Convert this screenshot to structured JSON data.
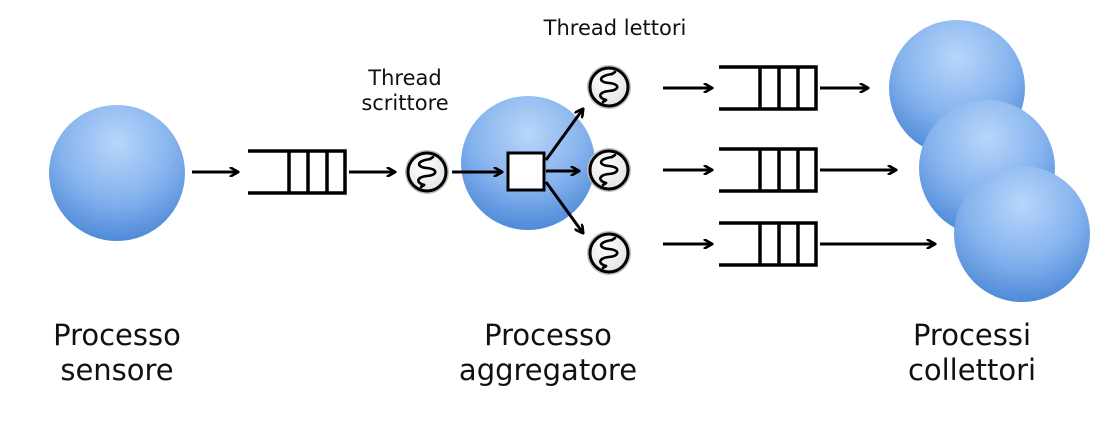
{
  "labels": {
    "thread_lettori": "Thread lettori",
    "thread_scrittore_line1": "Thread",
    "thread_scrittore_line2": "scrittore",
    "processo_sensore_line1": "Processo",
    "processo_sensore_line2": "sensore",
    "processo_aggregatore_line1": "Processo",
    "processo_aggregatore_line2": "aggregatore",
    "processi_collettori_line1": "Processi",
    "processi_collettori_line2": "collettori"
  },
  "colors": {
    "process_fill_light": "#a9ccf7",
    "process_fill_dark": "#4a86d6",
    "stroke": "#000000",
    "thread_icon_ring": "#cfcfcf"
  },
  "icons": {
    "thread": "spring-coil-icon",
    "queue": "queue-buffer-icon",
    "dispatcher": "square-node-icon"
  }
}
